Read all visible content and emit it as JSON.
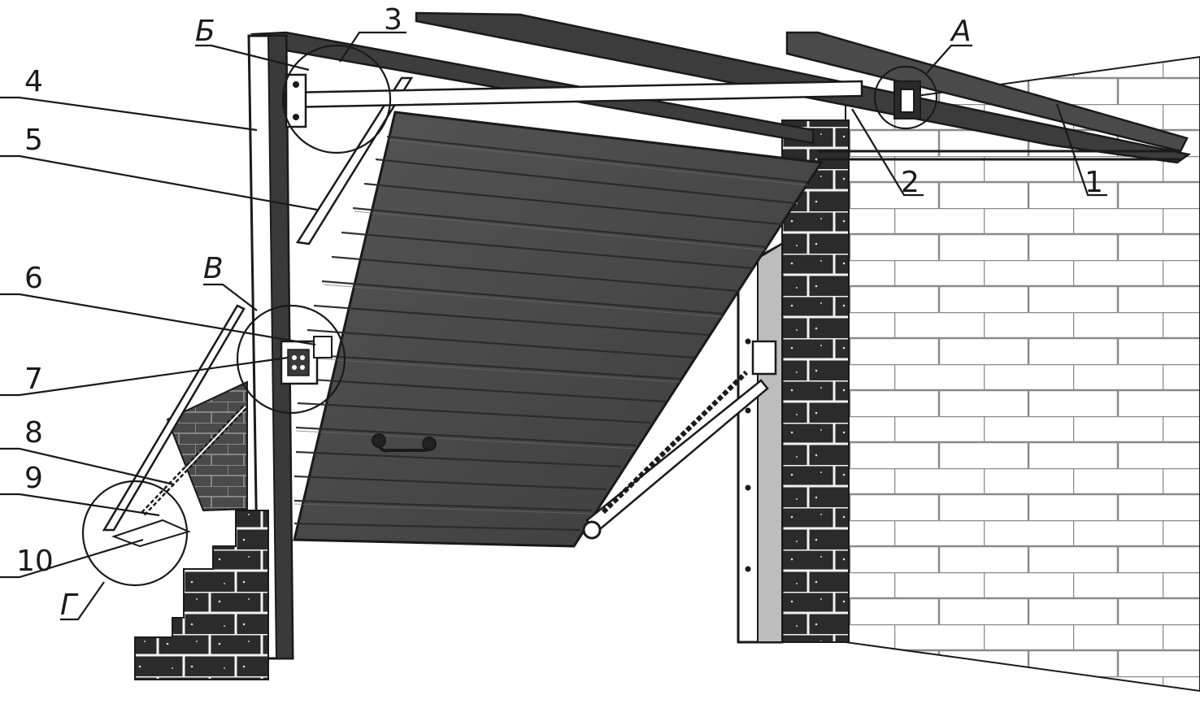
{
  "labels": {
    "n1": "1",
    "n2": "2",
    "n3": "3",
    "n4": "4",
    "n5": "5",
    "n6": "6",
    "n7": "7",
    "n8": "8",
    "n9": "9",
    "n10": "10",
    "A": "А",
    "B": "Б",
    "V": "В",
    "G": "Г"
  },
  "colors": {
    "steel": "#3b3b3b",
    "panel": "#4a4a4a",
    "brick_dark": "#2a2a2a",
    "brick_light_line": "#6d6d6d",
    "ink": "#1a1a1a",
    "paper": "#ffffff"
  }
}
